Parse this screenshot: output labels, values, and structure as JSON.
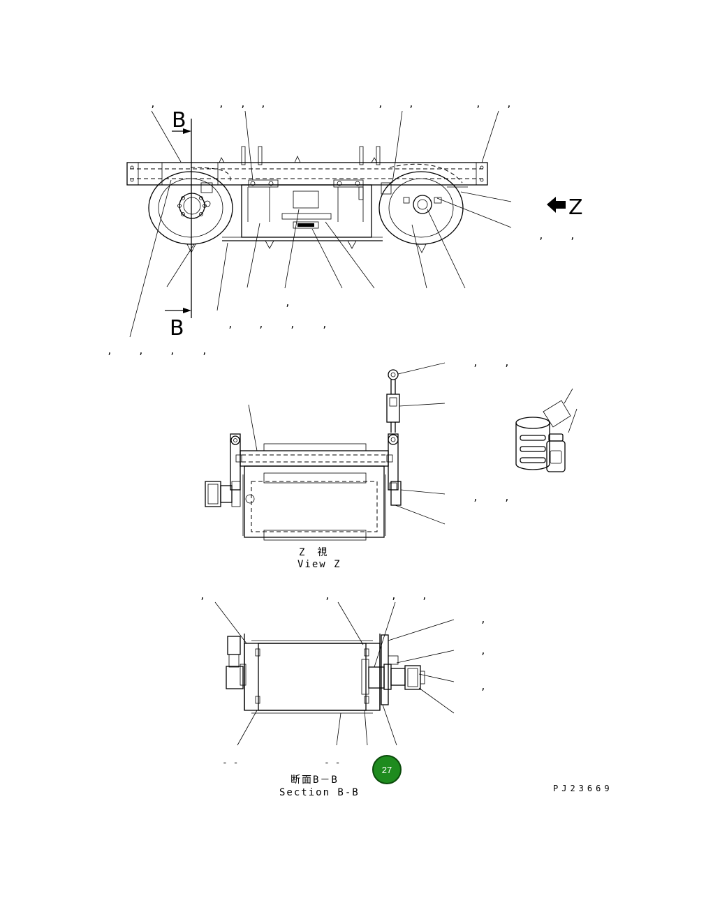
{
  "section_label_top": "B",
  "section_label_bottom": "B",
  "view_arrow_label": "Z",
  "view_z_jp": "Z　視",
  "view_z_en": "View Z",
  "section_bb_jp": "断面B－B",
  "section_bb_en": "Section B-B",
  "drawing_code": "PJ23669",
  "page_badge": "27",
  "badge_color": "#1e8b1e",
  "callout_mark": ",",
  "dash_mark": "- -"
}
